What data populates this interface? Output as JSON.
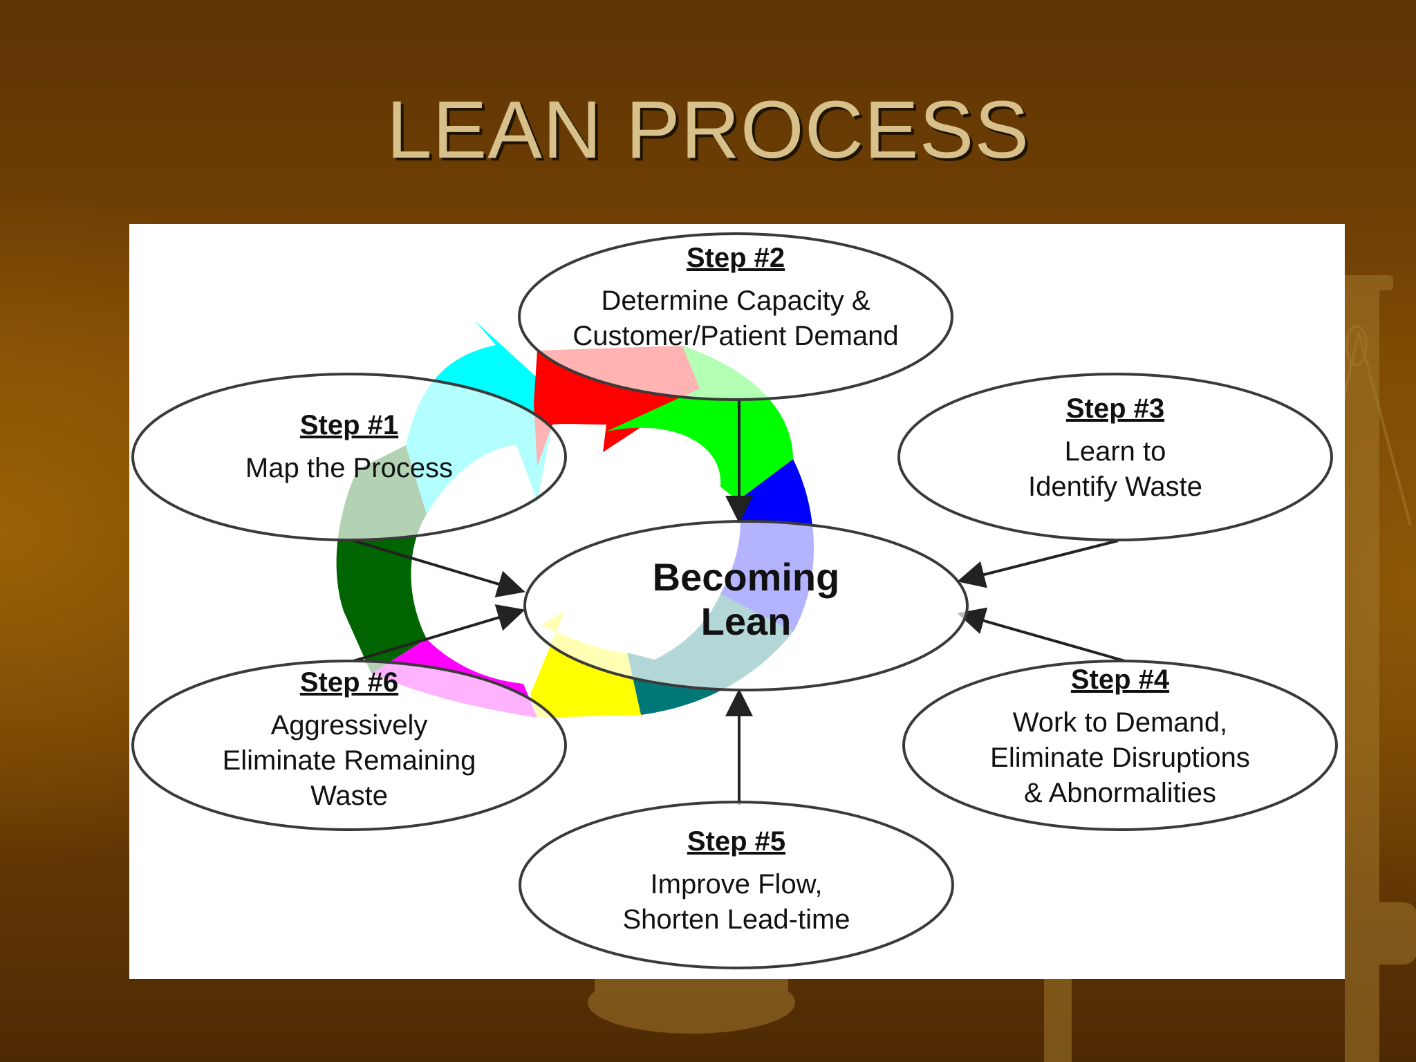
{
  "slide": {
    "title": "LEAN PROCESS"
  },
  "diagram": {
    "center": {
      "line1": "Becoming",
      "line2": "Lean"
    },
    "steps": [
      {
        "title": "Step #1",
        "lines": [
          "Map the Process"
        ],
        "color": "#cfe8e0"
      },
      {
        "title": "Step #2",
        "lines": [
          "Determine Capacity &",
          "Customer/Patient Demand"
        ],
        "color": "#ff0000"
      },
      {
        "title": "Step #3",
        "lines": [
          "Learn to",
          "Identify Waste"
        ],
        "color": "#00ff00"
      },
      {
        "title": "Step #4",
        "lines": [
          "Work to Demand,",
          "Eliminate Disruptions",
          "& Abnormalities"
        ],
        "color": "#0000ff"
      },
      {
        "title": "Step #5",
        "lines": [
          "Improve Flow,",
          "Shorten Lead-time"
        ],
        "color": "#ffff00"
      },
      {
        "title": "Step #6",
        "lines": [
          "Aggressively",
          "Eliminate Remaining",
          "Waste"
        ],
        "color": "#ff00ff"
      }
    ],
    "ring_colors": {
      "cyan": "#00ffff",
      "red": "#ff0000",
      "green": "#00ff00",
      "blue": "#0000ff",
      "teal": "#007878",
      "yellow": "#ffff00",
      "magenta": "#ff00ff",
      "dark_green": "#006400"
    }
  }
}
